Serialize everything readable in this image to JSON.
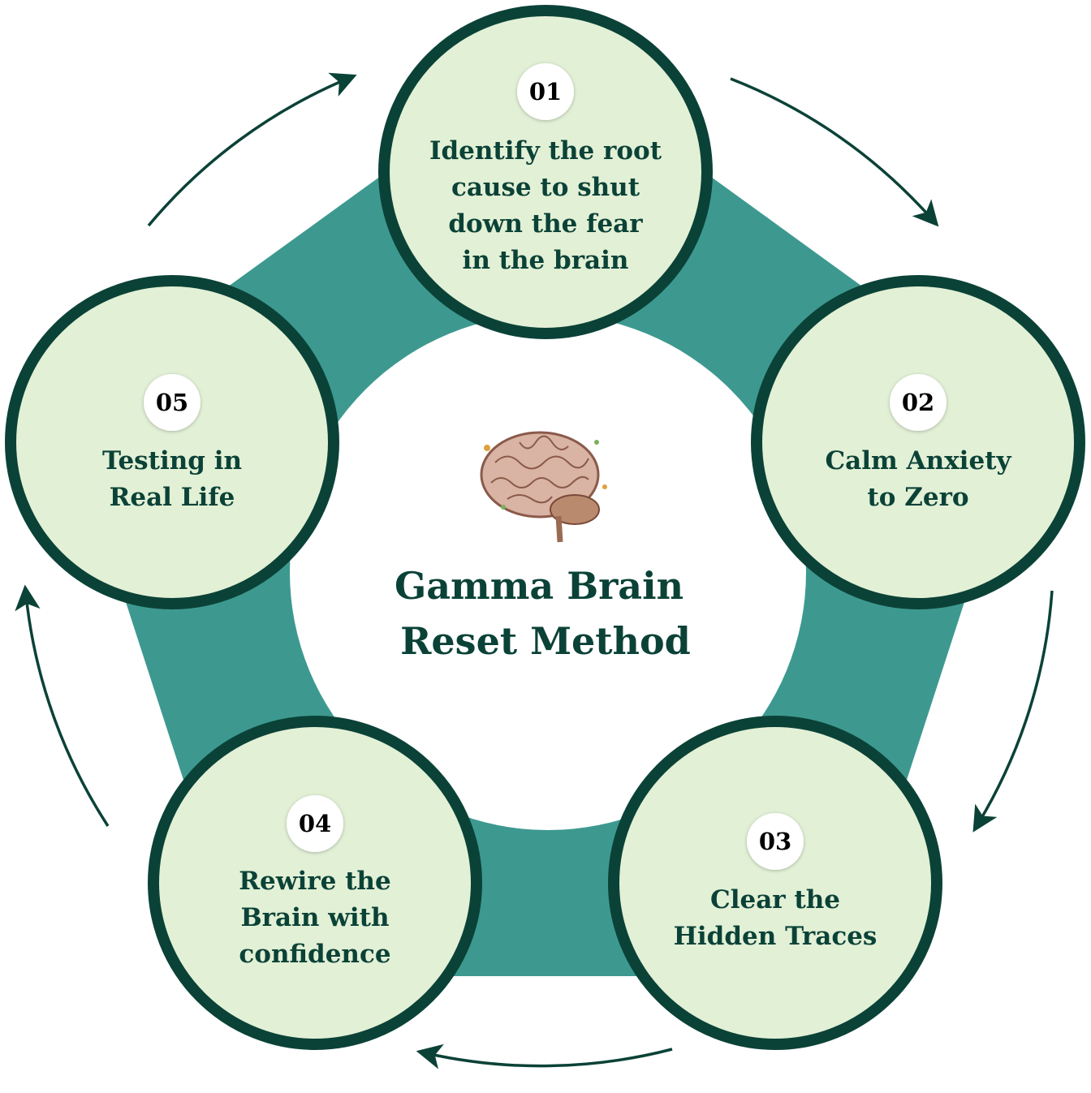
{
  "title": {
    "line1": "Gamma Brain",
    "line2": "Reset Method"
  },
  "steps": [
    {
      "num": "01",
      "lines": [
        "Identify the root",
        "cause to shut",
        "down the fear",
        "in the brain"
      ]
    },
    {
      "num": "02",
      "lines": [
        "Calm Anxiety",
        "to Zero"
      ]
    },
    {
      "num": "03",
      "lines": [
        "Clear the",
        "Hidden Traces"
      ]
    },
    {
      "num": "04",
      "lines": [
        "Rewire the",
        "Brain with",
        "confidence"
      ]
    },
    {
      "num": "05",
      "lines": [
        "Testing in",
        "Real Life"
      ]
    }
  ],
  "colors": {
    "dark": "#0b4237",
    "teal": "#3d9990",
    "fill": "#e2f0d6"
  }
}
